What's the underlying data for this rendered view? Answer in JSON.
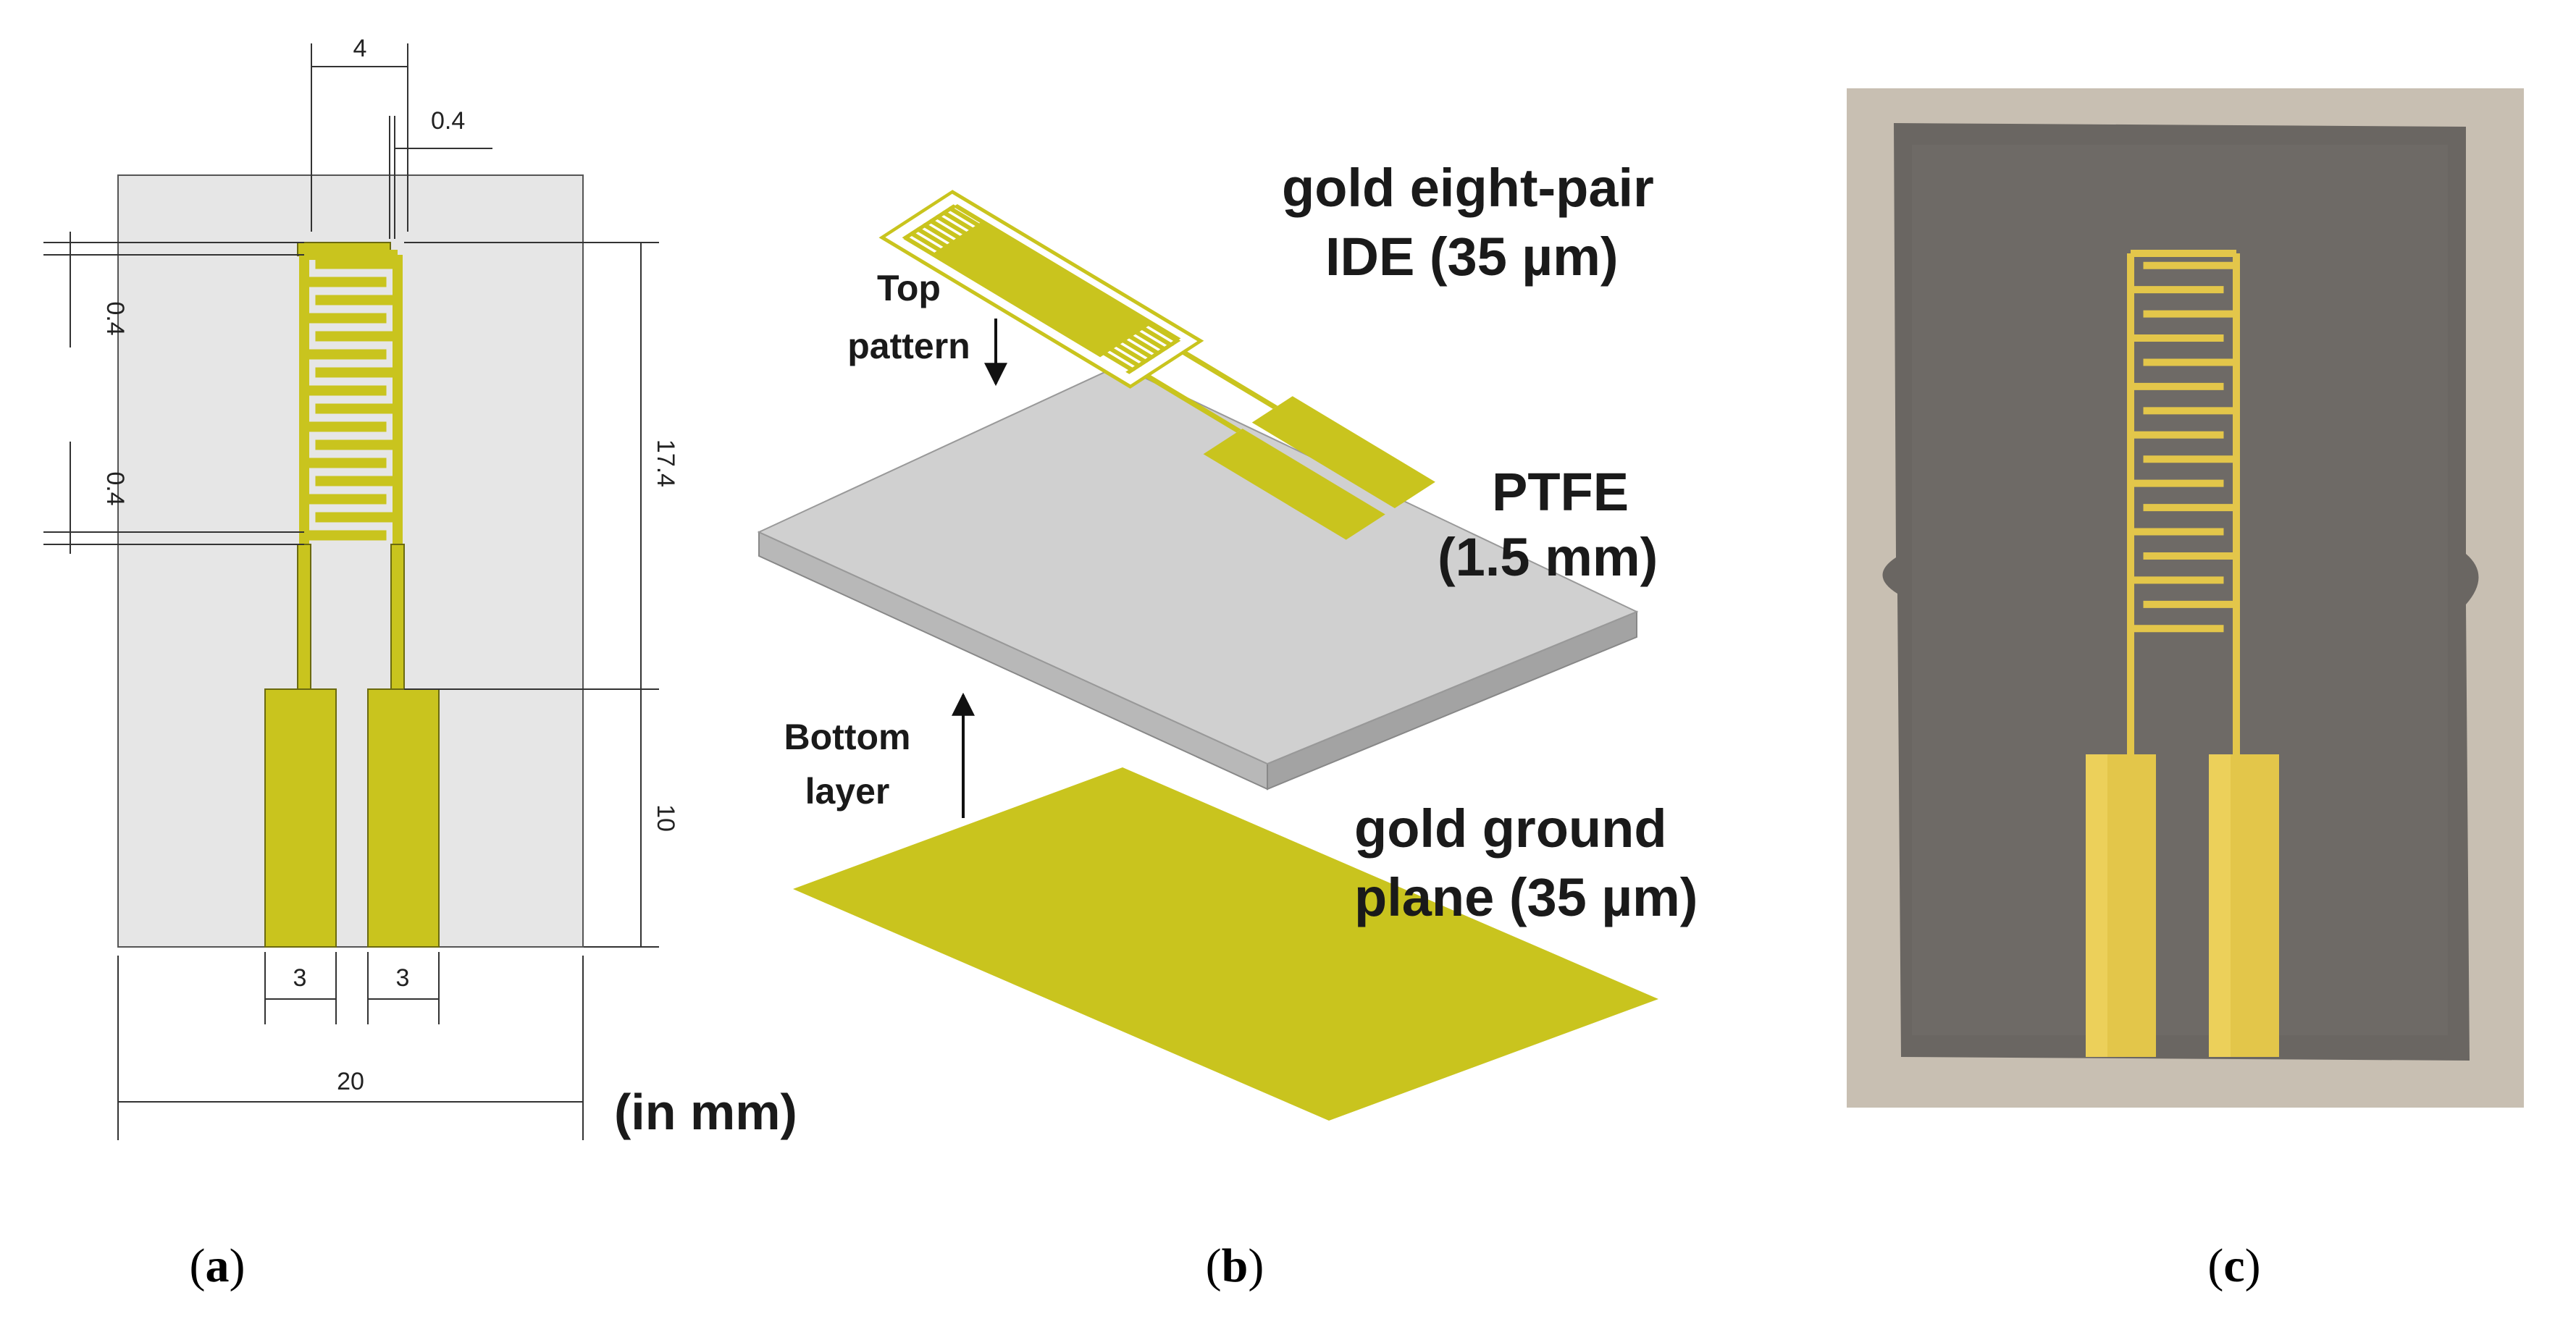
{
  "panel_a": {
    "dims": {
      "gap_width": "4",
      "line_width": "0.4",
      "finger_gap_1": "0.4",
      "finger_gap_2": "0.4",
      "ide_length": "17.4",
      "pad_length": "10",
      "pad_width_left": "3",
      "pad_width_right": "3",
      "substrate_width": "20"
    },
    "unit_note": "(in mm)",
    "caption_open": "(",
    "caption_letter": "a",
    "caption_close": ")"
  },
  "panel_b": {
    "ide_label_line1": "gold eight-pair",
    "ide_label_line2": "IDE (35 µm)",
    "top_arrow_line1": "Top",
    "top_arrow_line2": "pattern",
    "ptfe_line1": "PTFE",
    "ptfe_line2": "(1.5 mm)",
    "bottom_arrow_line1": "Bottom",
    "bottom_arrow_line2": "layer",
    "ground_line1": "gold ground",
    "ground_line2": "plane (35 µm)",
    "caption_open": "(",
    "caption_letter": "b",
    "caption_close": ")"
  },
  "panel_c": {
    "caption_open": "(",
    "caption_letter": "c",
    "caption_close": ")"
  },
  "colors": {
    "gold": "#c9c41e",
    "gold_photo": "#e3c64a",
    "substrate_drawing": "#e6e6e6",
    "ptfe_top": "#cfcfcf",
    "ptfe_side": "#a9a9a9",
    "photo_board": "#6a6662",
    "photo_background": "#c8bfb2"
  }
}
